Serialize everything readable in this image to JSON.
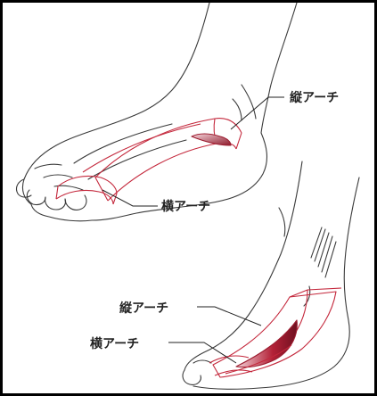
{
  "labels": {
    "top_longitudinal": "縦アーチ",
    "top_transverse": "横アーチ",
    "bottom_longitudinal": "縦アーチ",
    "bottom_transverse": "横アーチ"
  },
  "colors": {
    "outline": "#3a3a3a",
    "arch": "#c4283c",
    "arch_shadow": "#9c1d30",
    "frame": "#000000"
  }
}
